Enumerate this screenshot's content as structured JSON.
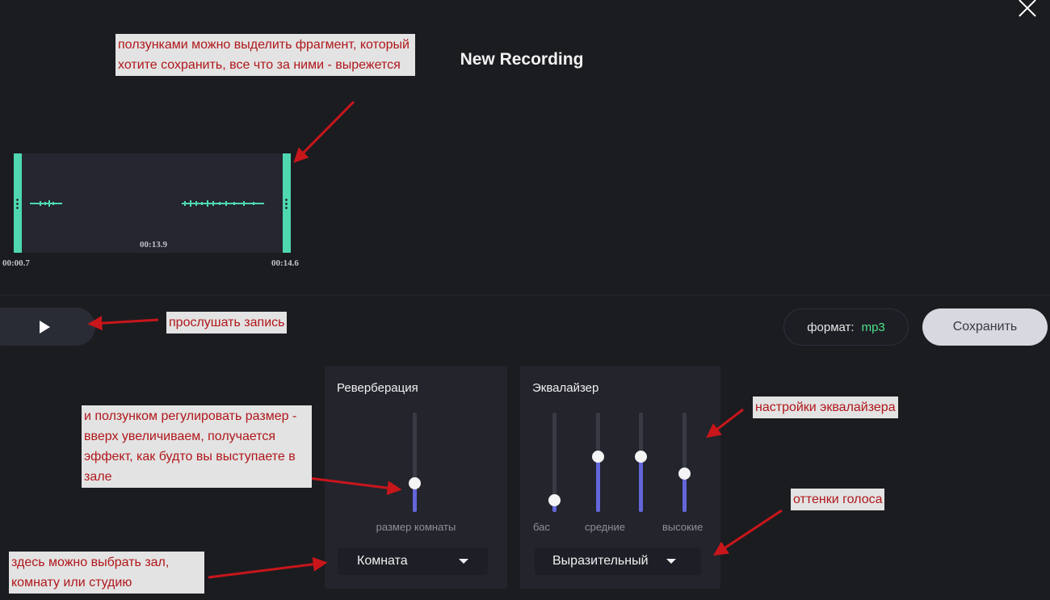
{
  "app": {
    "title": "New Recording",
    "close_icon": "close-icon"
  },
  "waveform": {
    "center_time": "00:13.9",
    "start_time": "00:00.7",
    "end_time": "00:14.6",
    "wave_color": "#4fd8b0"
  },
  "controls": {
    "play_icon": "play-icon",
    "format_label": "формат:",
    "format_value": "mp3",
    "save_label": "Сохранить"
  },
  "reverb": {
    "title": "Реверберация",
    "slider_label": "размер комнаты",
    "value": 0.29,
    "preset": "Комната"
  },
  "equalizer": {
    "title": "Эквалайзер",
    "bands": [
      {
        "label": "бас",
        "value": 0.12
      },
      {
        "label": "средние",
        "value": 0.56
      },
      {
        "label": "",
        "value": 0.56
      },
      {
        "label": "высокие",
        "value": 0.39
      }
    ],
    "preset": "Выразительный"
  },
  "annotations": {
    "sliders": "ползунками можно выделить фрагмент, который хотите сохранить, все что за ними - вырежется",
    "listen": "прослушать запись",
    "eq_settings": "настройки эквалайзера",
    "room": "и ползунком регулировать размер - вверх увеличиваем, получается эффект, как будто вы выступаете в зале",
    "tones": "оттенки голоса",
    "choose": "здесь можно выбрать зал, комнату или студию"
  },
  "colors": {
    "accent": "#4fd8b0",
    "slider_fill": "#6366d8",
    "annotation": "#b0171b"
  }
}
